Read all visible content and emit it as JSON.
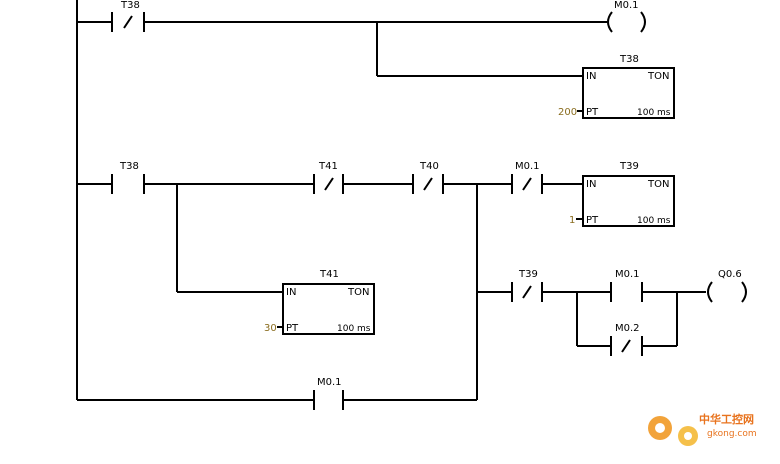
{
  "rung1": {
    "contact_t38_nc": "T38",
    "coil_m01": "M0.1",
    "timer_t38": {
      "name": "T38",
      "in": "IN",
      "type": "TON",
      "pt": "PT",
      "preset": "200",
      "base": "100 ms"
    }
  },
  "rung2": {
    "contact_t38": "T38",
    "contact_t41_nc": "T41",
    "contact_t40_nc": "T40",
    "contact_m01_nc": "M0.1",
    "timer_t39": {
      "name": "T39",
      "in": "IN",
      "type": "TON",
      "pt": "PT",
      "preset": "1",
      "base": "100 ms"
    },
    "timer_t41": {
      "name": "T41",
      "in": "IN",
      "type": "TON",
      "pt": "PT",
      "preset": "30",
      "base": "100 ms"
    },
    "contact_t39_nc": "T39",
    "contact_m01_b": "M0.1",
    "contact_m02_nc": "M0.2",
    "coil_q06": "Q0.6",
    "contact_m01_parallel": "M0.1"
  },
  "watermark": {
    "cn": "中华工控网",
    "en": "gkong.com",
    "color": "#e8731e"
  }
}
